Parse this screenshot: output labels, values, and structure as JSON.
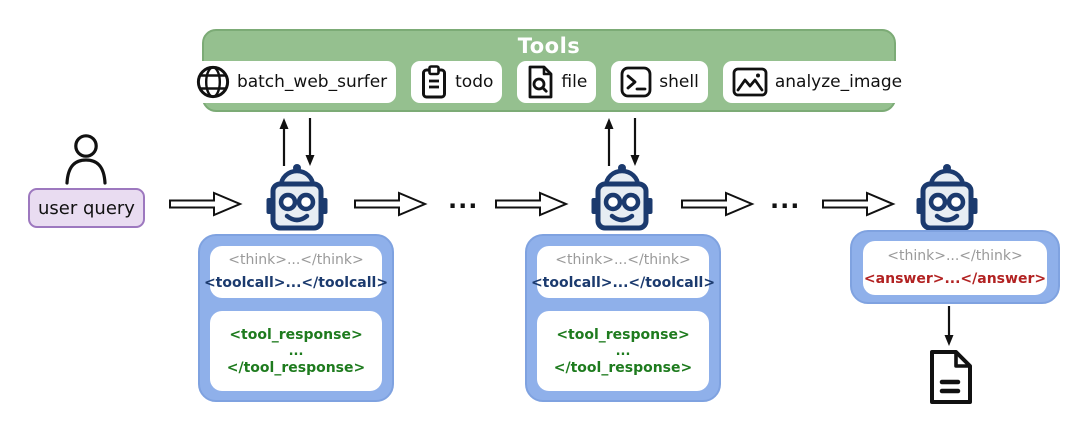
{
  "diagram_title": "Agent tool-use rollout diagram",
  "tools": {
    "title": "Tools",
    "items": [
      {
        "label": "batch_web_surfer",
        "icon": "globe-icon"
      },
      {
        "label": "todo",
        "icon": "clipboard-icon"
      },
      {
        "label": "file",
        "icon": "file-search-icon"
      },
      {
        "label": "shell",
        "icon": "terminal-icon"
      },
      {
        "label": "analyze_image",
        "icon": "image-icon"
      }
    ]
  },
  "user": {
    "query_label": "user query"
  },
  "flow": {
    "ellipsis": "..."
  },
  "turns": [
    {
      "think": "<think>...</think>",
      "toolcall": "<toolcall>...</toolcall>",
      "tool_response_open": "<tool_response>",
      "tool_response_dots": "...",
      "tool_response_close": "</tool_response>"
    },
    {
      "think": "<think>...</think>",
      "toolcall": "<toolcall>...</toolcall>",
      "tool_response_open": "<tool_response>",
      "tool_response_dots": "...",
      "tool_response_close": "</tool_response>"
    },
    {
      "think": "<think>...</think>",
      "answer": "<answer>...</answer>"
    }
  ],
  "colors": {
    "tools_fill": "#95c08f",
    "tools_border": "#7cab76",
    "turnbox_fill": "#8fb0ea",
    "turnbox_border": "#7fa2e0",
    "user_query_fill": "#e9dcf1",
    "user_query_border": "#9d78bf",
    "robot_navy": "#1b3a6e",
    "robot_face": "#e7edf3",
    "think_gray": "#9a9a9a",
    "toolcall_navy": "#1b3a6e",
    "tool_response_green": "#1e7b1e",
    "answer_red": "#b22222"
  }
}
